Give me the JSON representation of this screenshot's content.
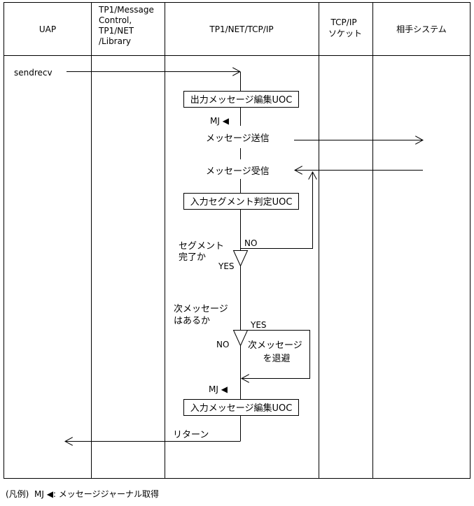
{
  "columns": {
    "uap": "UAP",
    "tp1_lib": [
      "TP1/Message",
      "Control,",
      "TP1/NET",
      "/Library"
    ],
    "tp1_net": "TP1/NET/TCP/IP",
    "socket": [
      "TCP/IP",
      "ソケット"
    ],
    "partner": "相手システム"
  },
  "flow": {
    "sendrecv": "sendrecv",
    "out_uoc": "出力メッセージ編集UOC",
    "mj1": "MJ ◀",
    "msg_send": "メッセージ送信",
    "msg_recv": "メッセージ受信",
    "seg_uoc": "入力セグメント判定UOC",
    "no1": "NO",
    "seg_q": [
      "セグメント",
      "完了か"
    ],
    "yes1": "YES",
    "next_q": [
      "次メッセージ",
      "はあるか"
    ],
    "yes2": "YES",
    "no2": "NO",
    "save": [
      "次メッセージ",
      "を退避"
    ],
    "mj2": "MJ ◀",
    "in_uoc": "入力メッセージ編集UOC",
    "ret": "リターン"
  },
  "legend": "(凡例)  MJ ◀: メッセージジャーナル取得"
}
